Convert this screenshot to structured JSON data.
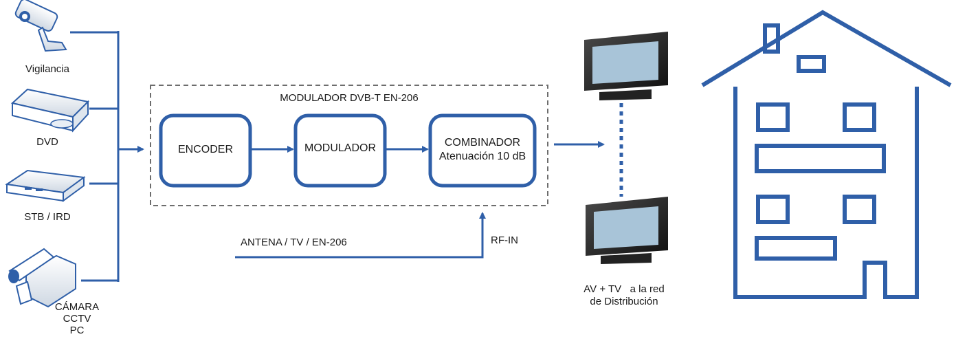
{
  "sources": {
    "items": [
      {
        "label": "Vigilancia",
        "icon": "security-camera-icon"
      },
      {
        "label": "DVD",
        "icon": "dvd-player-icon"
      },
      {
        "label": "STB / IRD",
        "icon": "set-top-box-icon"
      },
      {
        "label_lines": [
          "CÁMARA",
          "CCTV",
          "PC"
        ],
        "icon": "video-camera-icon"
      }
    ]
  },
  "modulator": {
    "title": "MODULADOR DVB-T EN-206",
    "blocks": [
      {
        "label": "ENCODER"
      },
      {
        "label": "MODULADOR"
      },
      {
        "label_lines": [
          "COMBINADOR",
          "Atenuación 10 dB"
        ]
      }
    ]
  },
  "rf_input": {
    "source_label": "ANTENA / TV / EN-206",
    "port_label": "RF-IN"
  },
  "output": {
    "label_lines": [
      "AV + TV   a la red",
      "de Distribución"
    ],
    "icon": "tv-icon"
  },
  "building": {
    "icon": "house-icon"
  },
  "colors": {
    "accent": "#2f5fa8",
    "screen": "#a8c4d8",
    "dashed_border": "#6d6d6d"
  }
}
